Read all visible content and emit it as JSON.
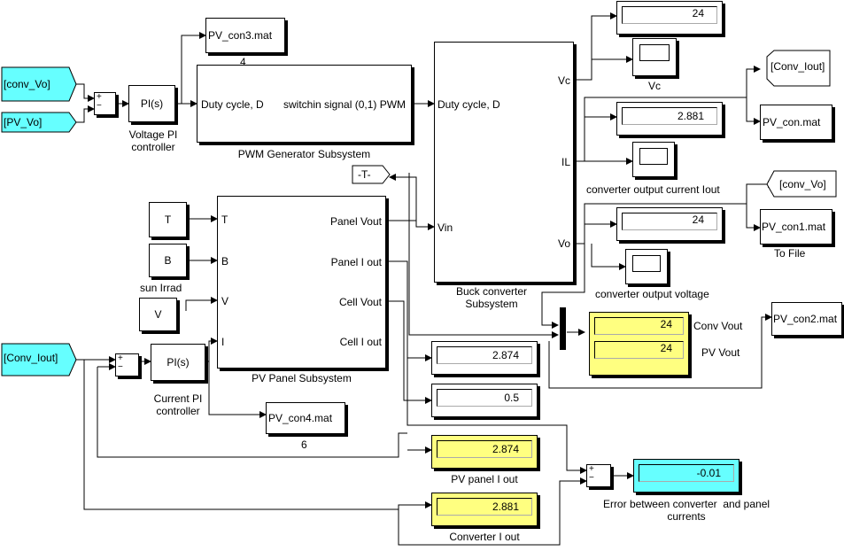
{
  "colors": {
    "from_tag": "#66ffff",
    "display_yellow": "#ffff80",
    "display_cyan": "#66ffff",
    "line": "#000000"
  },
  "tags": {
    "conv_vo_in": "[conv_Vo]",
    "pv_vo_in": "[PV_Vo]",
    "conv_iout_in": "[Conv_Iout]",
    "goto_T": "-T-",
    "goto_conv_iout": "[Conv_Iout]",
    "goto_conv_vo": "[conv_Vo]"
  },
  "blocks": {
    "pi_voltage": "PI(s)",
    "pi_voltage_label": "Voltage PI\ncontroller",
    "pi_current": "PI(s)",
    "pi_current_label": "Current PI\ncontroller",
    "pwm_in": "Duty cycle, D",
    "pwm_out": "switchin signal (0,1) PWM",
    "pwm_label": "PWM Generator Subsystem",
    "buck_in_d": "Duty cycle, D",
    "buck_in_vin": "Vin",
    "buck_out_vc": "Vc",
    "buck_out_il": "IL",
    "buck_out_vo": "Vo",
    "buck_label": "Buck converter\nSubsystem",
    "pv_T": "T",
    "pv_B": "B",
    "pv_V": "V",
    "pv_I": "I",
    "pv_panel_vout": "Panel Vout",
    "pv_panel_iout": "Panel I out",
    "pv_cell_vout": "Cell Vout",
    "pv_cell_iout": "Cell I out",
    "pv_label": "PV Panel Subsystem",
    "const_T": "T",
    "const_B": "B",
    "const_V": "V",
    "sun_irrad_label": "sun Irrad"
  },
  "files": {
    "pv_con3": "PV_con3.mat",
    "pv_con3_num": "4",
    "pv_con": "PV_con.mat",
    "pv_con1": "PV_con1.mat",
    "to_file_label": "To File",
    "pv_con2": "PV_con2.mat",
    "pv_con4": "PV_con4.mat",
    "pv_con4_num": "6"
  },
  "displays": {
    "vc": "24",
    "il": "2.881",
    "vo": "24",
    "conv_vout": "24",
    "pv_vout": "24",
    "conv_vout_label": "Conv Vout",
    "pv_vout_label": "PV Vout",
    "panel_iout_a": "2.874",
    "panel_iout_b": "0.5",
    "pv_panel_iout": "2.874",
    "pv_panel_iout_label": "PV panel I out",
    "converter_iout": "2.881",
    "converter_iout_label": "Converter I out",
    "error": "-0.01",
    "error_label": "Error between converter  and panel\ncurrents"
  },
  "scopes": {
    "vc_label": "Vc",
    "il_label": "converter output current Iout",
    "vo_label": "converter output voltage"
  },
  "sums": {
    "sum_sign": "+\n−"
  }
}
